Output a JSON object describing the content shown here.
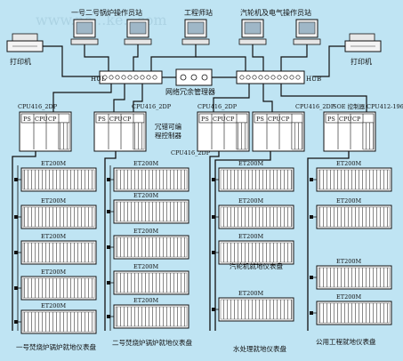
{
  "labels": {
    "station_boiler1_2": "一号二号锅炉操作员站",
    "station_engineer": "工程师站",
    "station_turbine_electric": "汽轮机及电气操作员站",
    "printer_left": "打印机",
    "printer_right": "打印机",
    "hub_left": "HUB",
    "hub_right": "HUB",
    "redundancy_manager": "网络冗余管理器",
    "redundant_plc_line1": "冗错可编",
    "redundant_plc_line2": "程控制器",
    "cpu_label_1": "CPU416_2DP",
    "cpu_label_2": "CPU416_2DP",
    "cpu_label_3": "CPU416_2DP",
    "cpu_label_4": "CPU416_2DP",
    "soe_label": "SOE 控制器",
    "cpu412_label": "CPU412-196K",
    "module_ps": "PS",
    "module_cpu": "CPU",
    "module_cp": "CP",
    "et200m": "ET200M",
    "panel_boiler1": "一号焚烧炉锅炉就地仪表盘",
    "panel_boiler2": "二号焚烧炉锅炉就地仪表盘",
    "panel_turbine": "汽轮机就地仪表盘",
    "panel_water": "水处理就地仪表盘",
    "panel_utility": "公用工程就地仪表盘",
    "watermark": "www.ne...ke...com"
  },
  "colors": {
    "background": "#bfe4f3",
    "rack_fill": "#ffffff",
    "line": "#111111"
  }
}
